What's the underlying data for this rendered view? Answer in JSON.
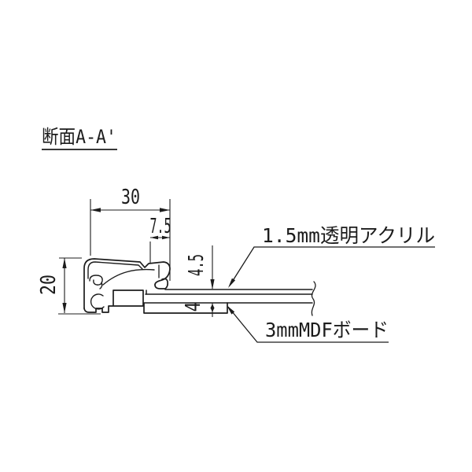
{
  "title": {
    "text": "断面A-A'"
  },
  "drawing": {
    "dimensions": {
      "overall_width_mm": "30",
      "front_lip_mm": "7.5",
      "overall_height_mm": "20",
      "panel_stack_mm": "4.5",
      "back_lip_mm": "4"
    },
    "callouts": {
      "acrylic": "1.5mm透明アクリル",
      "mdf": "3mmMDFボード"
    }
  },
  "colors": {
    "line": "#1c1c1c",
    "background": "#ffffff"
  }
}
